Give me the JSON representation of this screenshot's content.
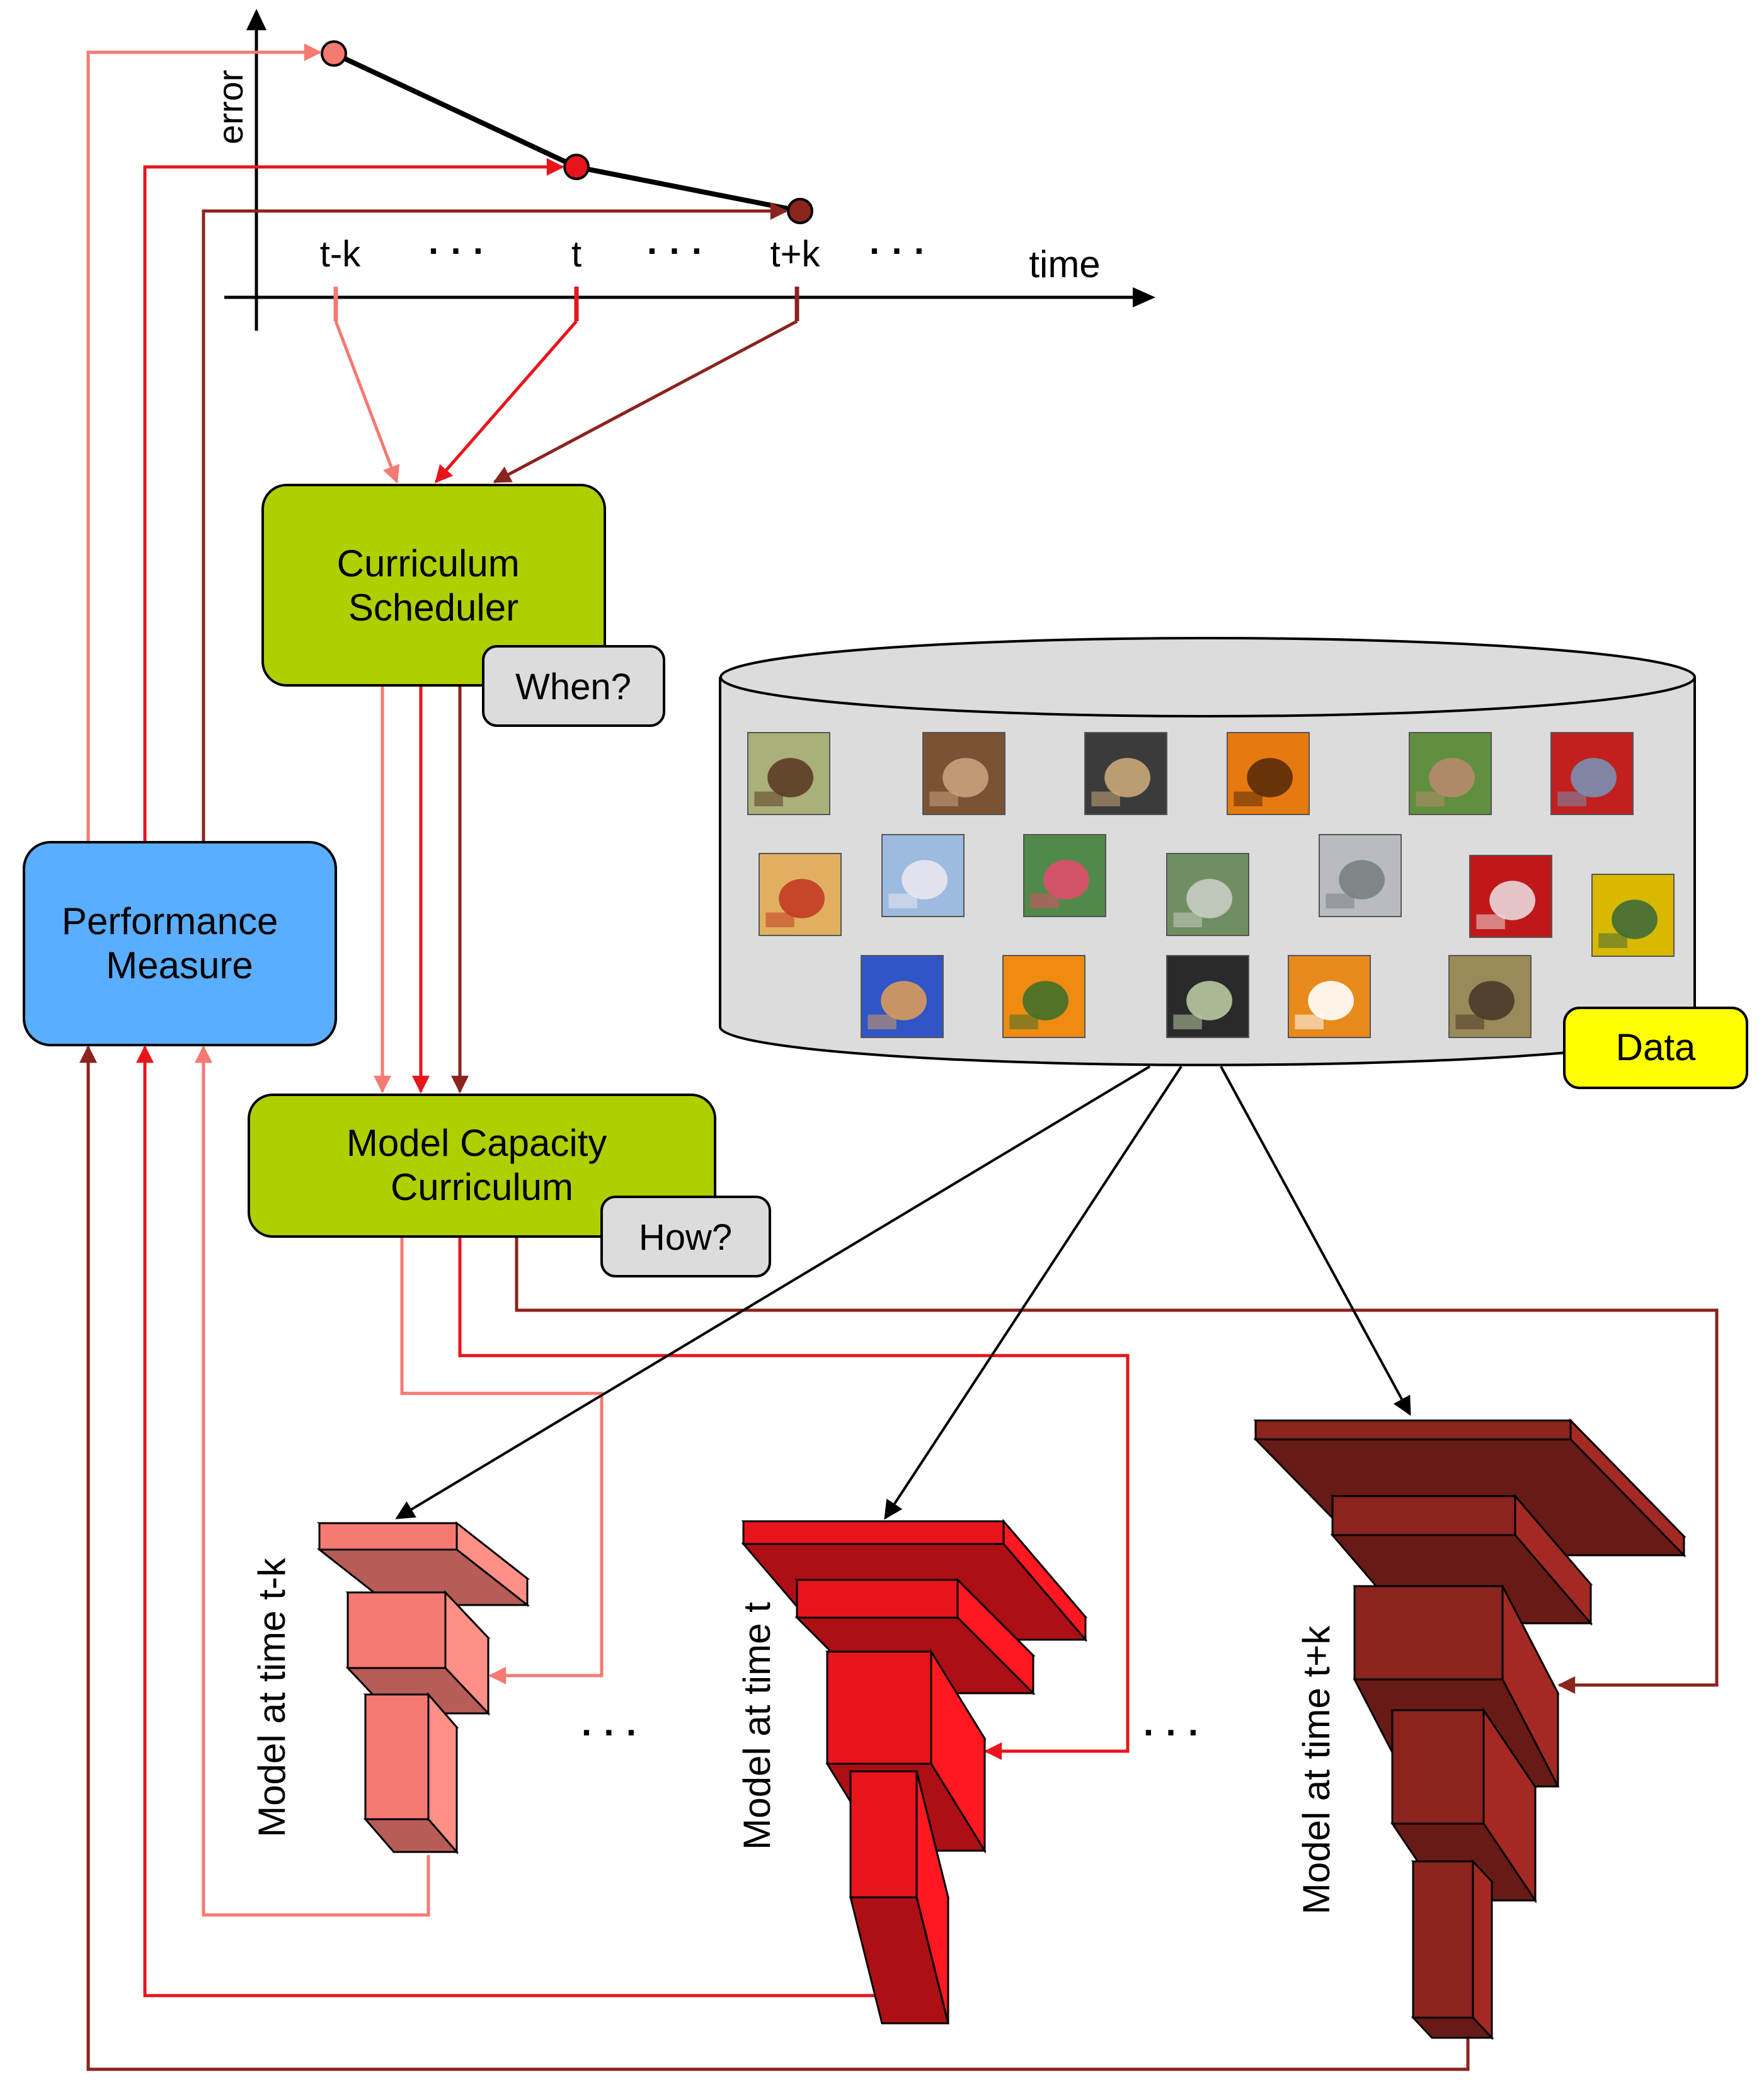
{
  "plot": {
    "y_label": "error",
    "x_label": "time",
    "ticks": [
      "t-k",
      "t",
      "t+k"
    ],
    "ellipsis": "· · ·"
  },
  "boxes": {
    "scheduler": "Curriculum\nScheduler",
    "when": "When?",
    "capacity": "Model Capacity\nCurriculum",
    "how": "How?",
    "performance": "Performance\nMeasure",
    "data": "Data"
  },
  "models": [
    {
      "label": "Model at time t-k"
    },
    {
      "label": "Model at time t"
    },
    {
      "label": "Model at time t+k"
    }
  ],
  "colors": {
    "light": "#f47a72",
    "mid": "#e8141b",
    "dark": "#8b231e",
    "green": "#aecf00",
    "blue": "#5aaeff",
    "yellow": "#ffff00",
    "gray": "#dcdcdc"
  },
  "data_images": [
    {
      "name": "bird-photo",
      "colors": [
        "#a9b07a",
        "#5c3b24"
      ]
    },
    {
      "name": "crowd-photo",
      "colors": [
        "#7a5234",
        "#c8a27c"
      ]
    },
    {
      "name": "horse-street-photo",
      "colors": [
        "#3b3b3b",
        "#c9a87a"
      ]
    },
    {
      "name": "oranges-photo",
      "colors": [
        "#e67a10",
        "#5a2b08"
      ]
    },
    {
      "name": "tree-person-photo",
      "colors": [
        "#5f8f3f",
        "#b88a6a"
      ]
    },
    {
      "name": "fire-truck-photo",
      "colors": [
        "#c21f1f",
        "#7a8fb0"
      ]
    },
    {
      "name": "fruit-basket-photo",
      "colors": [
        "#e0b060",
        "#c23b22"
      ]
    },
    {
      "name": "airplane-photo",
      "colors": [
        "#9dbbe0",
        "#e8e8ee"
      ]
    },
    {
      "name": "hand-apple-photo",
      "colors": [
        "#4f8a4a",
        "#e04c6a"
      ]
    },
    {
      "name": "road-trees-photo",
      "colors": [
        "#6f8f62",
        "#c8ccc4"
      ]
    },
    {
      "name": "jet-runway-photo",
      "colors": [
        "#b8bcc0",
        "#7a7e82"
      ]
    },
    {
      "name": "apple-photo",
      "colors": [
        "#c01818",
        "#ead8dc"
      ]
    },
    {
      "name": "yellow-car-photo",
      "colors": [
        "#d9b800",
        "#3f6c37"
      ]
    },
    {
      "name": "cat-bowl-photo",
      "colors": [
        "#2f55c7",
        "#d89a5c"
      ]
    },
    {
      "name": "orange-pile-photo",
      "colors": [
        "#f08a10",
        "#3f6f2a"
      ]
    },
    {
      "name": "horse-rider-photo",
      "colors": [
        "#2a2a2a",
        "#b8c8a0"
      ]
    },
    {
      "name": "orange-single-photo",
      "colors": [
        "#e88a1c",
        "#ffffff"
      ]
    },
    {
      "name": "horses-field-photo",
      "colors": [
        "#9a8a5a",
        "#4a3a28"
      ]
    }
  ]
}
